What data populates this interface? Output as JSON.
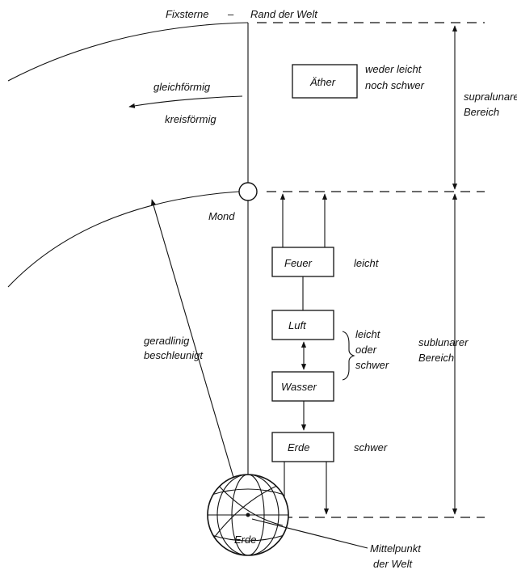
{
  "header": {
    "fixsterne": "Fixsterne",
    "dash": "–",
    "rand": "Rand der Welt"
  },
  "motion": {
    "line1": "gleichförmig",
    "line2": "kreisförmig"
  },
  "aether": {
    "box": "Äther",
    "desc_line1": "weder leicht",
    "desc_line2": "noch schwer"
  },
  "regions": {
    "supra_line1": "supralunarer",
    "supra_line2": "Bereich",
    "sub_line1": "sublunarer",
    "sub_line2": "Bereich"
  },
  "moon_label": "Mond",
  "elements": {
    "feuer": "Feuer",
    "feuer_prop": "leicht",
    "luft": "Luft",
    "wasser": "Wasser",
    "mid_prop_line1": "leicht",
    "mid_prop_line2": "oder",
    "mid_prop_line3": "schwer",
    "erde_box": "Erde",
    "erde_prop": "schwer"
  },
  "straight": {
    "line1": "geradlinig",
    "line2": "beschleunigt"
  },
  "earth_label": "Erde",
  "center": {
    "line1": "Mittelpunkt",
    "line2": "der Welt"
  }
}
